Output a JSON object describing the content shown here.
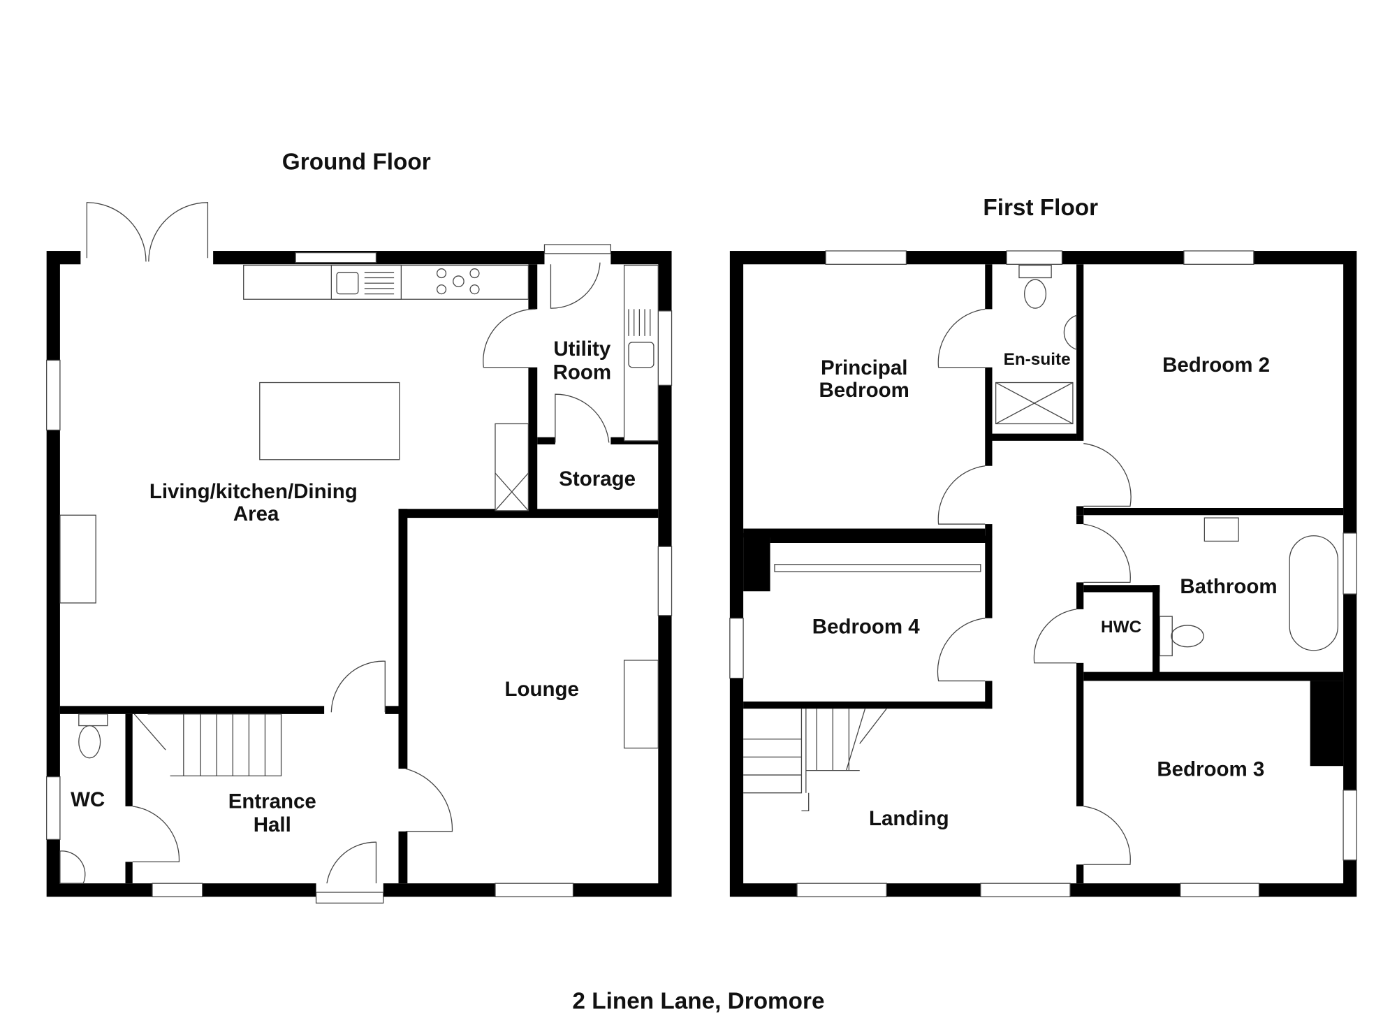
{
  "titles": {
    "ground_floor": "Ground Floor",
    "first_floor": "First Floor",
    "address": "2 Linen Lane, Dromore"
  },
  "ground_floor_rooms": {
    "living": [
      "Living/kitchen/Dining",
      "Area"
    ],
    "utility": [
      "Utility",
      "Room"
    ],
    "storage": "Storage",
    "lounge": "Lounge",
    "wc": "WC",
    "hall": [
      "Entrance",
      "Hall"
    ]
  },
  "first_floor_rooms": {
    "principal": [
      "Principal",
      "Bedroom"
    ],
    "ensuite": "En-suite",
    "bedroom2": "Bedroom 2",
    "bathroom": "Bathroom",
    "bedroom4": "Bedroom 4",
    "hwc": "HWC",
    "bedroom3": "Bedroom 3",
    "landing": "Landing"
  }
}
